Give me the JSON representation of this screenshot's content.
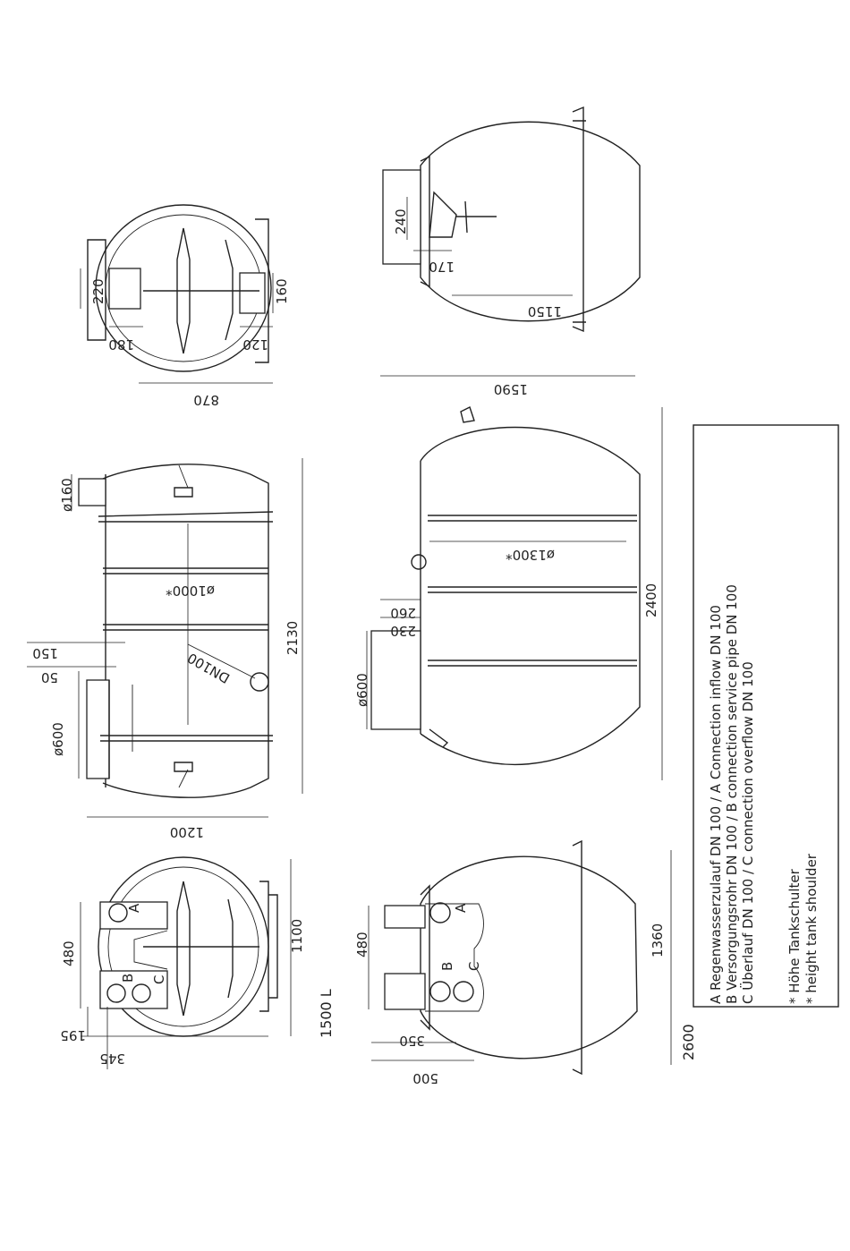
{
  "legend": {
    "line_a": "A Regenwasserzulauf DN 100 / A Connection inflow DN 100",
    "line_b": "B Versorgungsrohr DN 100 / B connection service pipe DN 100",
    "line_c": "C Überlauf DN 100 /  C connection overflow DN 100",
    "note_de": "* Höhe Tankschulter",
    "note_en": "* height tank shoulder"
  },
  "tank_1500": {
    "title": "1500 L",
    "side": {
      "d_1100": "1100",
      "d_480": "480",
      "d_195": "195",
      "d_345": "345",
      "label_a": "A",
      "label_b": "B",
      "label_c": "C"
    },
    "front": {
      "d_2130": "2130",
      "d_1200": "1200",
      "d_600": "ø600",
      "d_160": "ø160",
      "d_1000": "ø1000*",
      "d_50": "50",
      "d_150": "150",
      "dn100": "DN100"
    },
    "end": {
      "d_870": "870",
      "d_220": "220",
      "d_180": "180",
      "d_160": "160",
      "d_120": "120"
    }
  },
  "tank_2600": {
    "title": "2600",
    "side": {
      "d_1360": "1360",
      "d_480": "480",
      "d_350": "350",
      "d_500": "500",
      "label_a": "A",
      "label_b": "B",
      "label_c": "C"
    },
    "front": {
      "d_2400": "2400",
      "d_600": "ø600",
      "d_1300": "ø1300*",
      "d_1590": "1590",
      "d_260": "260",
      "d_230": "230"
    },
    "end": {
      "d_240": "240",
      "d_170": "170",
      "d_1150": "1150"
    }
  }
}
